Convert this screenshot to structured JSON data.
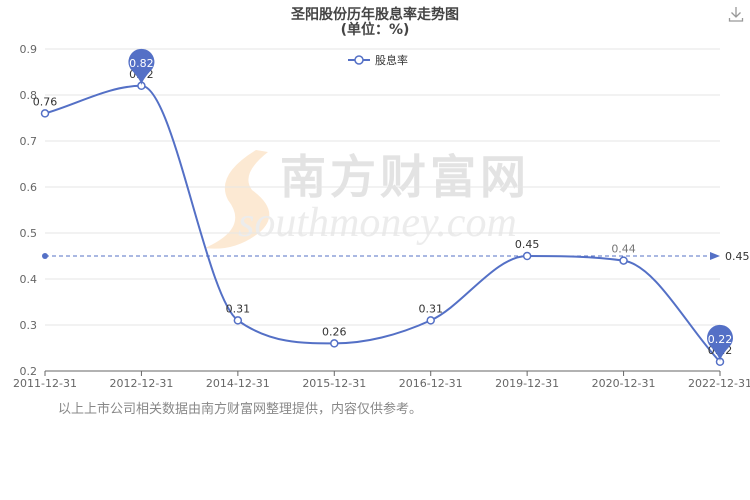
{
  "chart_data": {
    "type": "line",
    "title": "圣阳股份历年股息率走势图",
    "subtitle": "(单位：%)",
    "legend": [
      "股息率"
    ],
    "legend_position": "top-center",
    "categories": [
      "2011-12-31",
      "2012-12-31",
      "2014-12-31",
      "2015-12-31",
      "2016-12-31",
      "2019-12-31",
      "2020-12-31",
      "2022-12-31"
    ],
    "series": [
      {
        "name": "股息率",
        "values": [
          0.76,
          0.82,
          0.31,
          0.26,
          0.31,
          0.45,
          0.44,
          0.22
        ]
      }
    ],
    "average_line": 0.45,
    "average_label": "0.45",
    "max_label": "0.82",
    "min_label": "0.22",
    "ylim": [
      0.2,
      0.9
    ],
    "yticks": [
      "0.2",
      "0.3",
      "0.4",
      "0.5",
      "0.6",
      "0.7",
      "0.8",
      "0.9"
    ],
    "grid": true,
    "line_color": "#5470c6"
  },
  "watermark": "南方财富网 southmoney.com",
  "footer_note": "以上上市公司相关数据由南方财富网整理提供，内容仅供参考。",
  "toolbar": {
    "download_icon": "download-icon"
  }
}
